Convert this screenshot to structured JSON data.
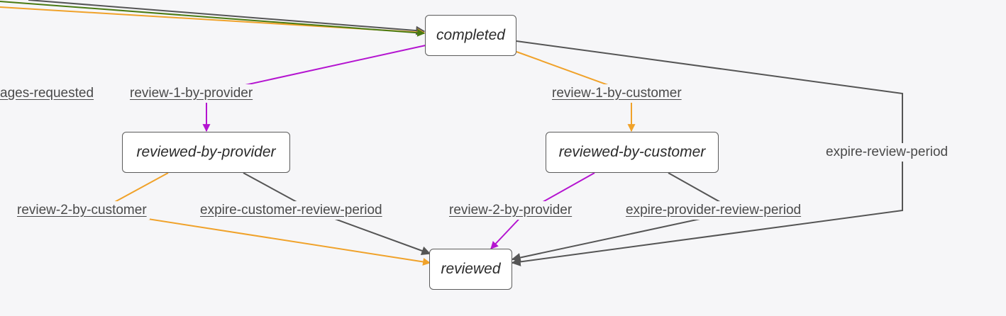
{
  "colors": {
    "background": "#f6f6f8",
    "gray": "#555555",
    "orange": "#f0a22a",
    "purple": "#b414d0",
    "green": "#4a7a12",
    "node_border": "#5b5b5b",
    "node_text": "#2b2b2b",
    "label_text": "#4a4a4a"
  },
  "states": {
    "completed": "completed",
    "reviewed_by_provider": "reviewed-by-provider",
    "reviewed_by_customer": "reviewed-by-customer",
    "reviewed": "reviewed"
  },
  "transitions": {
    "changes_requested_partial": "ages-requested",
    "review_1_by_provider": "review-1-by-provider",
    "review_1_by_customer": "review-1-by-customer",
    "expire_review_period": "expire-review-period",
    "review_2_by_customer": "review-2-by-customer",
    "expire_customer_review_period": "expire-customer-review-period",
    "review_2_by_provider": "review-2-by-provider",
    "expire_provider_review_period": "expire-provider-review-period"
  }
}
